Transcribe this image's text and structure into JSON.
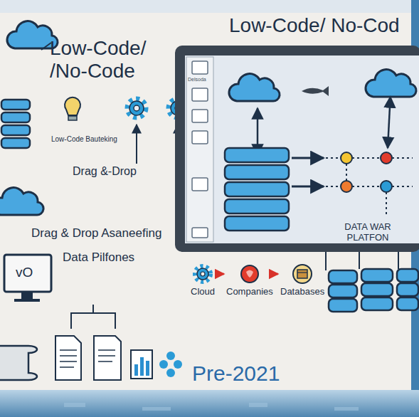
{
  "diagram": {
    "title": "Low-Code/ No-Cod",
    "nodes": [
      {
        "text": [
          "Cloud"
        ]
      },
      {
        "text": [
          "Companies"
        ]
      },
      {
        "text": [
          "Databases"
        ]
      }
    ],
    "edges": [
      {
        "from": 0,
        "to": 1,
        "arrow": "to"
      },
      {
        "from": 1,
        "to": 2,
        "arrow": "to"
      }
    ],
    "labels": [
      "Low-Code/ /No-Code",
      "Low-Code Bauteking",
      "Drag &-Drop",
      "Drag & Drop Asaneefing",
      "Data Pilfones",
      "vO",
      "Delsoda",
      "DATA WAR PLATFON",
      "Pre-2021"
    ]
  }
}
